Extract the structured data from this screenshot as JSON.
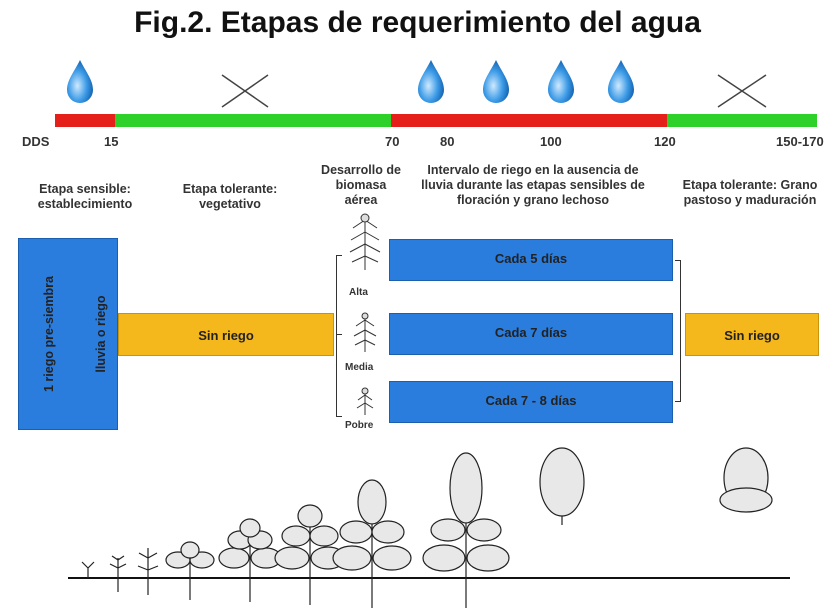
{
  "title": "Fig.2. Etapas de requerimiento del agua",
  "timeline": {
    "axis_label": "DDS",
    "ticks": [
      "15",
      "70",
      "80",
      "100",
      "120",
      "150-170"
    ]
  },
  "stages": {
    "sensible": "Etapa sensible: establecimiento",
    "tolerante_veg": "Etapa tolerante: vegetativo",
    "biomasa": "Desarrollo de biomasa aérea",
    "intervalo": "Intervalo de riego en la ausencia de lluvia durante las etapas sensibles de floración y grano lechoso",
    "tolerante_grano": "Etapa tolerante: Grano pastoso y maduración"
  },
  "boxes": {
    "pre_siembra": "1 riego pre-siembra",
    "lluvia": "lluvia o riego",
    "sin_riego_1": "Sin riego",
    "cada5": "Cada 5 días",
    "cada7": "Cada 7 días",
    "cada78": "Cada 7 - 8  días",
    "sin_riego_2": "Sin riego"
  },
  "biomasa_levels": [
    "Alta",
    "Media",
    "Pobre"
  ],
  "colors": {
    "red": "#e5201b",
    "green": "#2ed12a",
    "blue": "#2a7cdd",
    "yellow": "#f5b81c",
    "drop": "#2b8fd8"
  },
  "icons": [
    "water-drop-icon",
    "cross-icon",
    "plant-icon"
  ]
}
